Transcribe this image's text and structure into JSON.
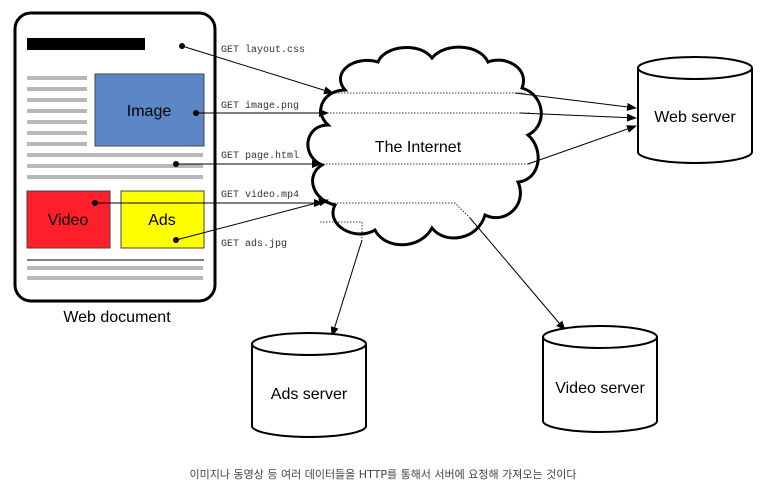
{
  "diagram": {
    "web_document": {
      "label": "Web document",
      "image_label": "Image",
      "video_label": "Video",
      "ads_label": "Ads"
    },
    "internet_label": "The Internet",
    "servers": {
      "web": "Web server",
      "ads": "Ads server",
      "video": "Video server"
    },
    "requests": {
      "layout": "GET layout.css",
      "image": "GET image.png",
      "page": "GET page.html",
      "video": "GET video.mp4",
      "ads": "GET ads.jpg"
    },
    "colors": {
      "image_box": "#5b87c6",
      "video_box": "#ff1f2a",
      "ads_box": "#ffff00",
      "text_lines": "#b8b8b8",
      "title_bar": "#000000"
    }
  },
  "caption": "이미지나 동영상 등 여러 데이터들을 HTTP를 통해서 서버에 요청해 가져오는 것이다"
}
